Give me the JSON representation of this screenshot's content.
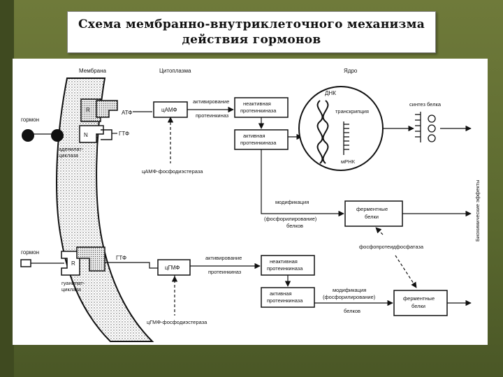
{
  "title": {
    "line1": "Схема мембранно-внутриклеточного механизма",
    "line2": "действия гормонов"
  },
  "diagram": {
    "membrane": "Мембрана",
    "cytoplasm": "Цитоплазма",
    "nucleus": "Ядро",
    "dna": "ДНК",
    "transcription": "транскрипция",
    "mrna": "мРНК",
    "protein_synthesis": "синтез белка",
    "biochemical_effects": "Биохимические эффекты",
    "hormone_top": "гормон",
    "receptor_r": "R",
    "protein_n": "N",
    "atp": "АТФ",
    "gtp_top": "ГТФ",
    "adenylate_cyclase_1": "аденилат-",
    "adenylate_cyclase_2": "циклаза",
    "activation_top_1": "активирование",
    "activation_top_2": "протеинкиназ",
    "camp": "цАМФ",
    "pde_camp": "цАМФ-фосфодиэстераза",
    "inactive_pk_top_1": "неактивная",
    "inactive_pk_top_2": "протеинкиназа",
    "active_pk_top_1": "активная",
    "active_pk_top_2": "протеинкиназа",
    "modification_top_1": "модификация",
    "modification_top_2": "(фосфорилирование)",
    "modification_top_3": "белков",
    "enzyme_top_1": "ферментные",
    "enzyme_top_2": "белки",
    "phosphatase": "фосфопротеидфосфатаза",
    "hormone_bottom": "гормон",
    "receptor_r2": "R",
    "gtp_bottom": "ГТФ",
    "guanylate_cyclase_1": "гуанилат-",
    "guanylate_cyclase_2": "циклаза",
    "cgmp": "цГМФ",
    "activation_bot_1": "активирование",
    "activation_bot_2": "протеинкиназ",
    "pde_cgmp": "цГМФ-фосфодиэстераза",
    "inactive_pk_bot_1": "неактивная",
    "inactive_pk_bot_2": "протеинкиназа",
    "active_pk_bot_1": "активная",
    "active_pk_bot_2": "протеинкиназа",
    "modification_bot_1": "модификация",
    "modification_bot_2": "(фосфорилирование)",
    "modification_bot_3": "белков",
    "enzyme_bot_1": "ферментные",
    "enzyme_bot_2": "белки"
  }
}
